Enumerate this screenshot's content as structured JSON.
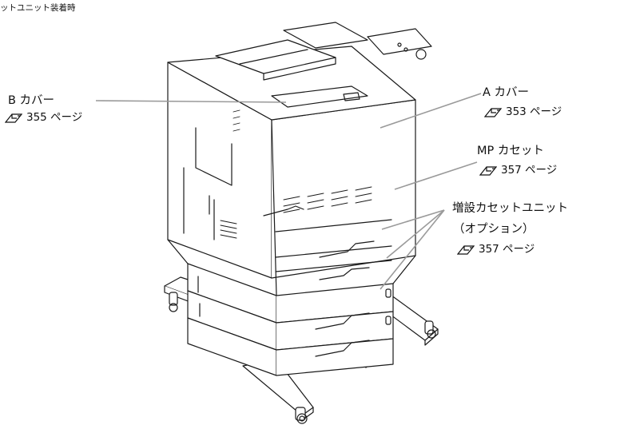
{
  "header": {
    "title": "ットユニット装着時"
  },
  "callouts": {
    "b_cover": {
      "name": "B カバー",
      "ref": "355 ページ"
    },
    "a_cover": {
      "name": "A カバー",
      "ref": "353 ページ"
    },
    "mp": {
      "name": "MP カセット",
      "ref": "357 ページ"
    },
    "addon": {
      "name": "増設カセットユニット",
      "sub": "（オプション）",
      "ref": "357 ページ"
    }
  },
  "colors": {
    "line": "#9a9a9a",
    "outline": "#1a1a1a"
  },
  "icons": [
    "reference-hand-icon"
  ]
}
